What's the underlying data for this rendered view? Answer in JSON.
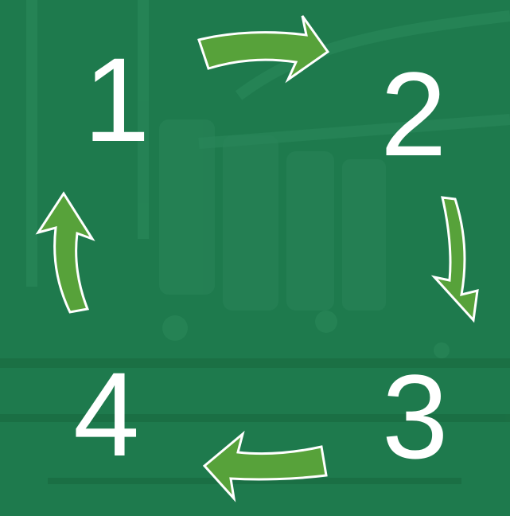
{
  "colors": {
    "background": "#1e7a4d",
    "arrow_fill": "#57a23a",
    "arrow_stroke": "#ffffff",
    "number_text": "#ffffff"
  },
  "steps": [
    {
      "label": "1"
    },
    {
      "label": "2"
    },
    {
      "label": "3"
    },
    {
      "label": "4"
    }
  ],
  "arrows": [
    {
      "from": "1",
      "to": "2",
      "icon": "curved-arrow-right"
    },
    {
      "from": "2",
      "to": "3",
      "icon": "curved-arrow-down"
    },
    {
      "from": "3",
      "to": "4",
      "icon": "curved-arrow-left"
    },
    {
      "from": "4",
      "to": "1",
      "icon": "curved-arrow-up"
    }
  ]
}
